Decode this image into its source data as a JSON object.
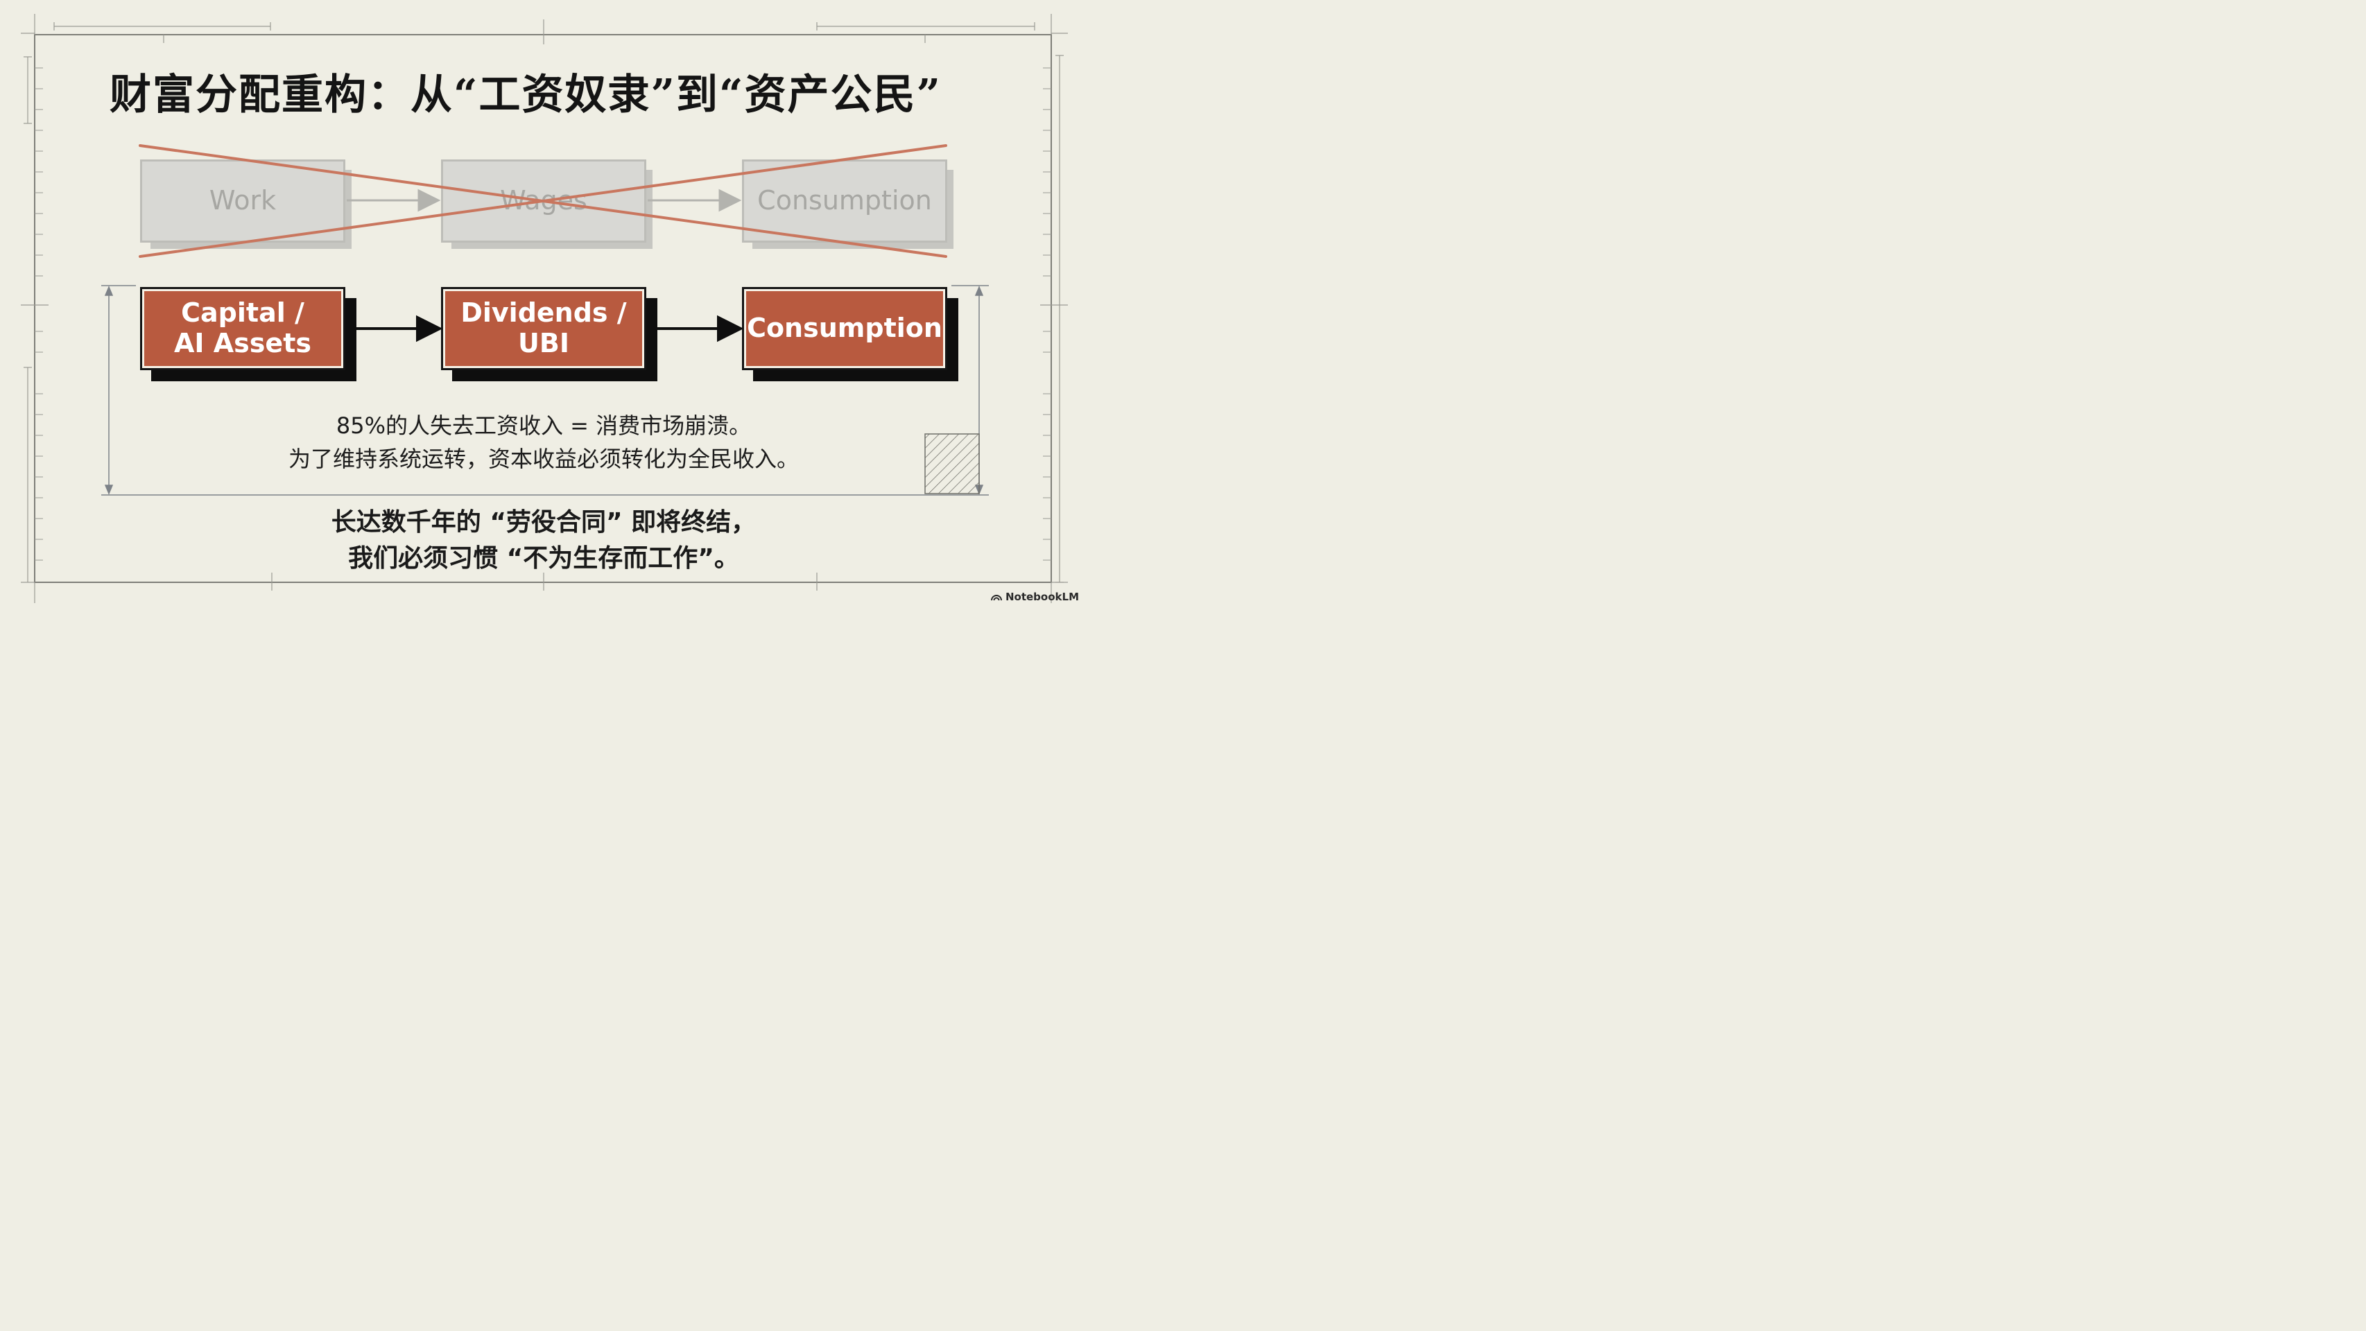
{
  "title": "财富分配重构：从“工资奴隶”到“资产公民”",
  "old_flow": {
    "steps": [
      "Work",
      "Wages",
      "Consumption"
    ],
    "crossed_out": true
  },
  "new_flow": {
    "steps": [
      "Capital /\nAI Assets",
      "Dividends /\nUBI",
      "Consumption"
    ]
  },
  "caption": {
    "line1": "85%的人失去工资收入 = 消费市场崩溃。",
    "line2": "为了维持系统运转，资本收益必须转化为全民收入。"
  },
  "conclusion": {
    "line1": "长达数千年的 “劳役合同” 即将终结，",
    "line2": "我们必须习惯 “不为生存而工作”。"
  },
  "brand": "NotebookLM",
  "colors": {
    "background": "#efeee4",
    "accent": "#b85a3f",
    "cross": "#c9765e",
    "ink": "#141414"
  },
  "icons": [
    "notebooklm-logo-icon"
  ]
}
